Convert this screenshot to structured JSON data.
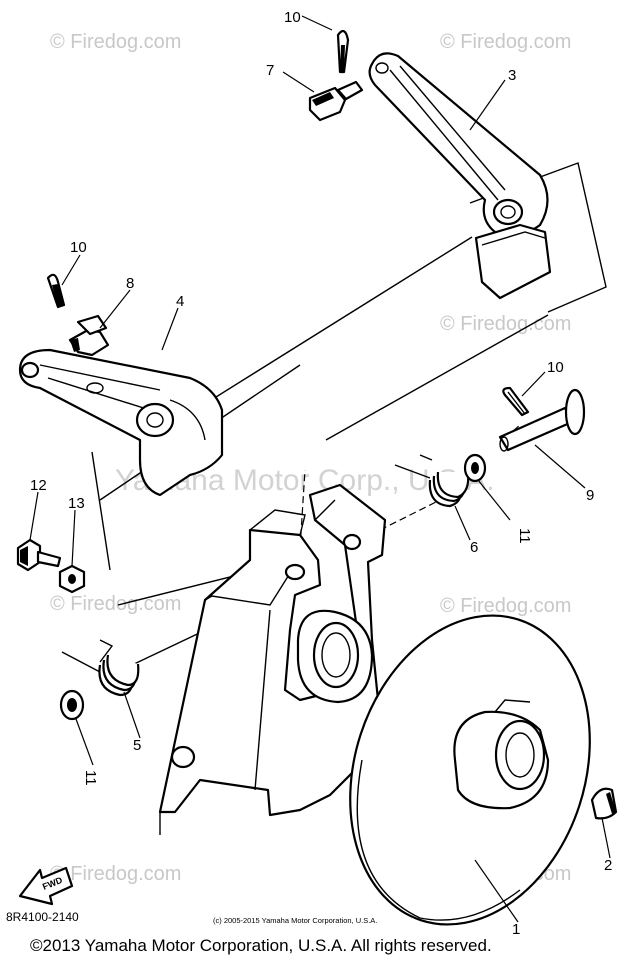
{
  "watermark": {
    "site": "Firedog.com",
    "site_with_symbol": "© Firedog.com",
    "center": "Yamaha Motor Corp., U.S.A."
  },
  "callouts": {
    "p1": "1",
    "p2": "2",
    "p3": "3",
    "p4": "4",
    "p5": "5",
    "p6": "6",
    "p7": "7",
    "p8": "8",
    "p9": "9",
    "p10a": "10",
    "p10b": "10",
    "p10c": "10",
    "p11a": "11",
    "p11b": "11",
    "p12": "12",
    "p13": "13"
  },
  "fwd_label": "FWD",
  "part_code": "8R4100-2140",
  "small_copyright": "(c) 2005-2015 Yamaha Motor Corporation, U.S.A.",
  "footer_copyright": "©2013 Yamaha Motor Corporation, U.S.A. All rights reserved."
}
